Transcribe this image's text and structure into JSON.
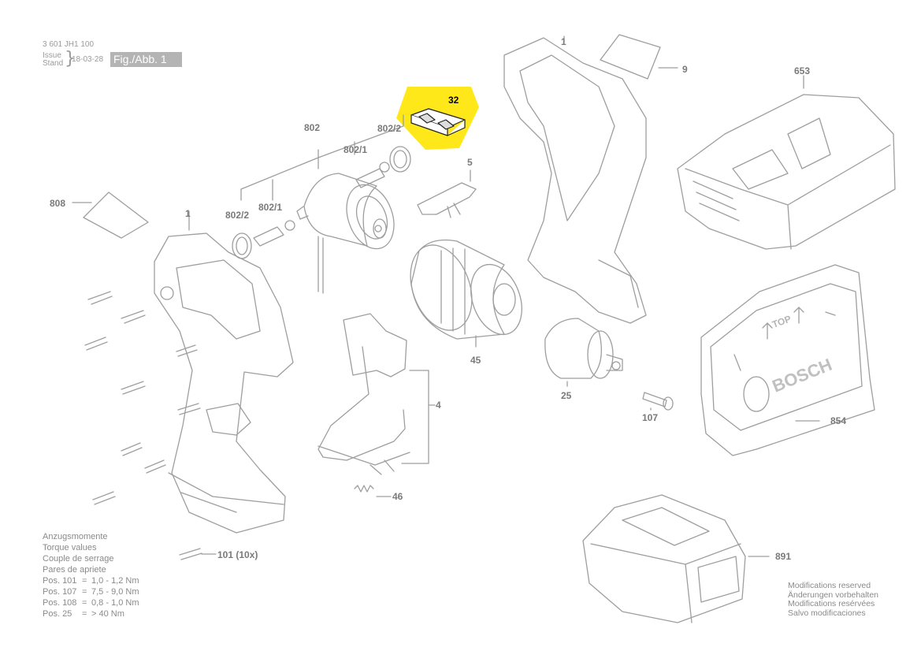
{
  "header": {
    "code": "3 601 JH1 100",
    "issue_label": "Issue",
    "stand_label": "Stand",
    "date": "18-03-28",
    "fig_label": "Fig./Abb. 1"
  },
  "colors": {
    "line": "#9e9e9e",
    "label": "#7a7a7a",
    "highlight": "#ffe81a",
    "highlight_text": "#000000"
  },
  "parts": {
    "p1_top": "1",
    "p9": "9",
    "p653": "653",
    "p32": "32",
    "p802_top": "802",
    "p802_2_top": "802/2",
    "p802_1_top": "802/1",
    "p5": "5",
    "p808": "808",
    "p1_left": "1",
    "p802_2_left": "802/2",
    "p802_1_left": "802/1",
    "p45": "45",
    "p4": "4",
    "p25": "25",
    "p107": "107",
    "p854": "854",
    "p46": "46",
    "p101": "101 (10x)",
    "p891": "891"
  },
  "torque": {
    "title_de": "Anzugsmomente",
    "title_en": "Torque values",
    "title_fr": "Couple de serrage",
    "title_es": "Pares de apriete",
    "rows": [
      {
        "pos": "Pos. 101",
        "eq": "=",
        "val": "1,0 - 1,2 Nm"
      },
      {
        "pos": "Pos. 107",
        "eq": "=",
        "val": "7,5 - 9,0 Nm"
      },
      {
        "pos": "Pos. 108",
        "eq": "=",
        "val": "0,8 - 1,0 Nm"
      },
      {
        "pos": "Pos. 25",
        "eq": "=",
        "val": "> 40 Nm"
      }
    ]
  },
  "modifications": [
    "Modifications reserved",
    "Änderungen vorbehalten",
    "Modifications resérvées",
    "Salvo modificaciones"
  ],
  "drawing_text": {
    "bosch": "BOSCH",
    "top": "TOP"
  }
}
